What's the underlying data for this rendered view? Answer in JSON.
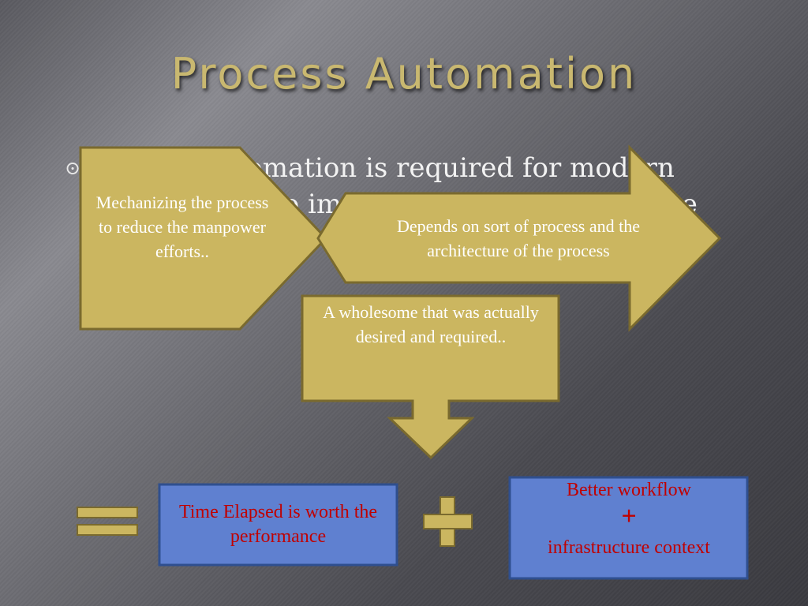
{
  "slide": {
    "title": "Process Automation",
    "bullet_text": "Process automation is required for modern development to improve the efficiency of the process"
  },
  "shapes": {
    "pentagon_text": "Mechanizing the process to reduce the manpower efforts..",
    "right_arrow_text": "Depends on sort of process and the architecture of the process",
    "down_arrow_text": "A wholesome that was actually desired and required..",
    "equals_symbol": "=",
    "plus_symbol": "+"
  },
  "boxes": {
    "left_box_text": "Time Elapsed is worth the performance",
    "right_box_line1": "Better workflow",
    "right_box_plus": "+",
    "right_box_line2": "infrastructure context"
  },
  "colors": {
    "shape_fill": "#cbb660",
    "shape_stroke": "#7a6a2e",
    "box_fill": "#5f80d0",
    "box_stroke": "#2f4f8f",
    "box_text": "#c00000",
    "title": "#c9b870"
  }
}
